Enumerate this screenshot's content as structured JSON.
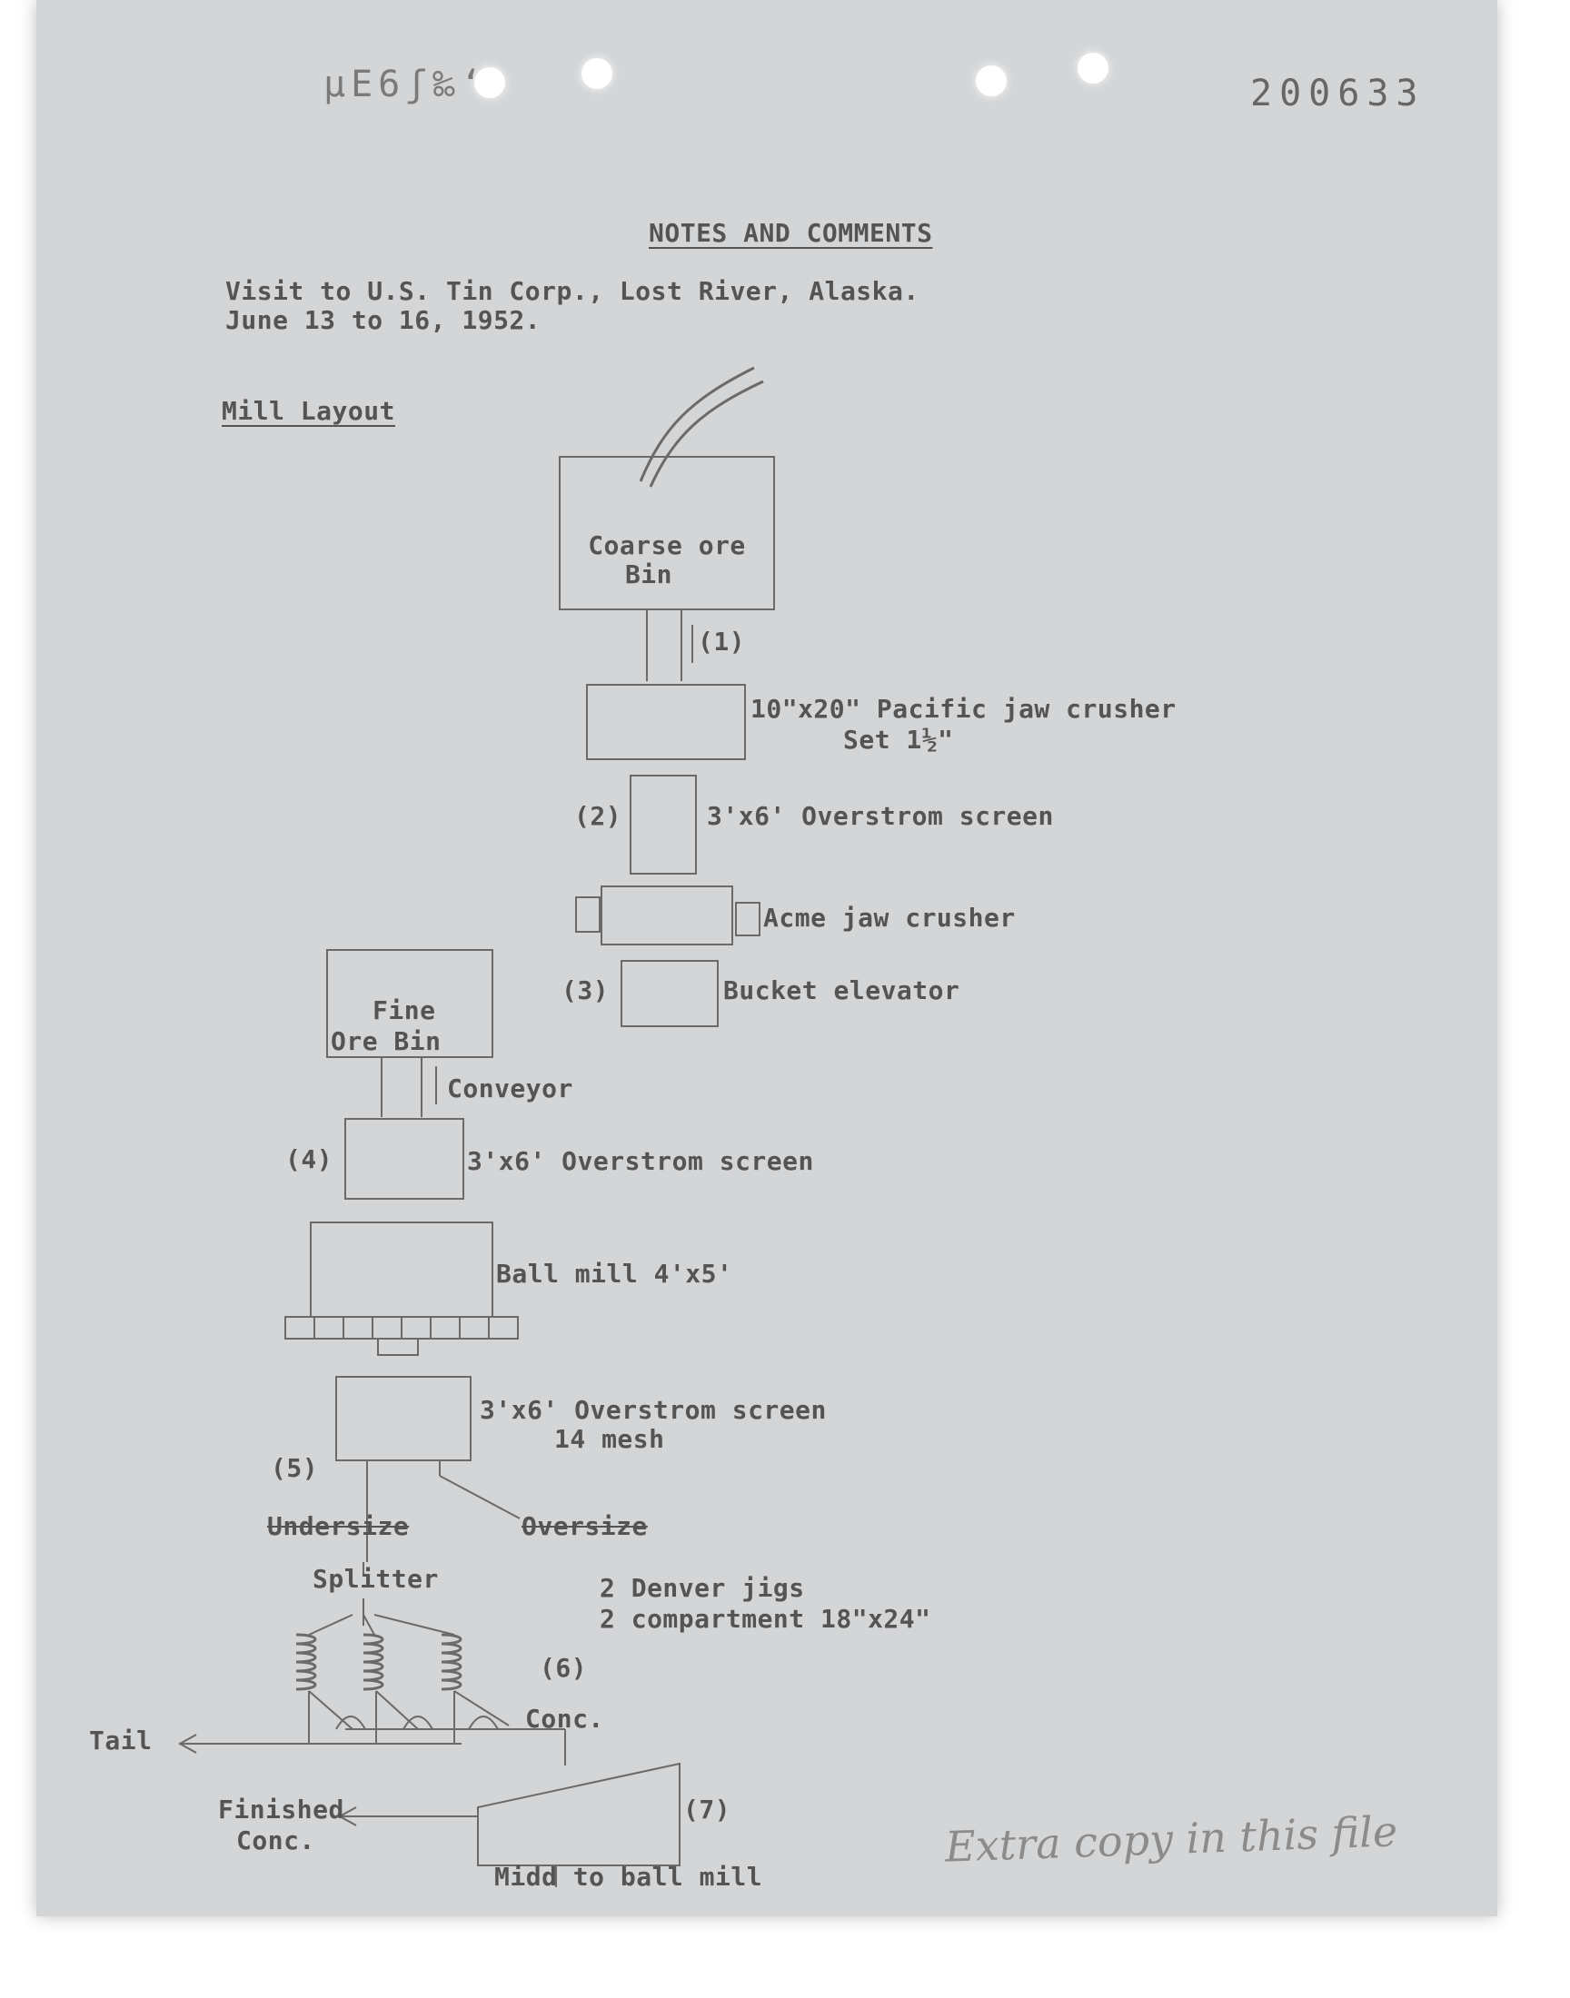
{
  "header": {
    "left_stamp": "µE6ʃ‰‘",
    "doc_number": "200633"
  },
  "title": "NOTES AND COMMENTS",
  "visit": {
    "line1": "Visit to U.S. Tin Corp., Lost River, Alaska.",
    "line2": "June 13 to 16, 1952."
  },
  "section_heading": "Mill Layout",
  "flow": {
    "coarse_bin": {
      "line1": "Coarse ore",
      "line2": "Bin"
    },
    "step1": "(1)",
    "jaw_crusher": {
      "line1": "10\"x20\" Pacific jaw crusher",
      "line2": "Set 1½\""
    },
    "step2": "(2)",
    "screen1": "3'x6' Overstrom screen",
    "acme": "Acme jaw crusher",
    "step3": "(3)",
    "bucket": "Bucket elevator",
    "fine_bin": {
      "line1": "Fine",
      "line2": "Ore Bin"
    },
    "conveyor": "Conveyor",
    "step4": "(4)",
    "screen2": "3'x6' Overstrom screen",
    "ball_mill": "Ball mill 4'x5'",
    "screen3": {
      "line1": "3'x6' Overstrom screen",
      "line2": "14 mesh"
    },
    "step5": "(5)",
    "undersize": "Undersize",
    "oversize": "Oversize",
    "splitter": "Splitter",
    "jigs": {
      "line1": "2 Denver jigs",
      "line2": "2 compartment 18\"x24\""
    },
    "step6": "(6)",
    "conc": "Conc.",
    "tail": "Tail",
    "finished": {
      "line1": "Finished",
      "line2": "Conc."
    },
    "step7": "(7)",
    "midd": "Midd to ball mill"
  },
  "handwritten_note": "Extra copy in this file"
}
